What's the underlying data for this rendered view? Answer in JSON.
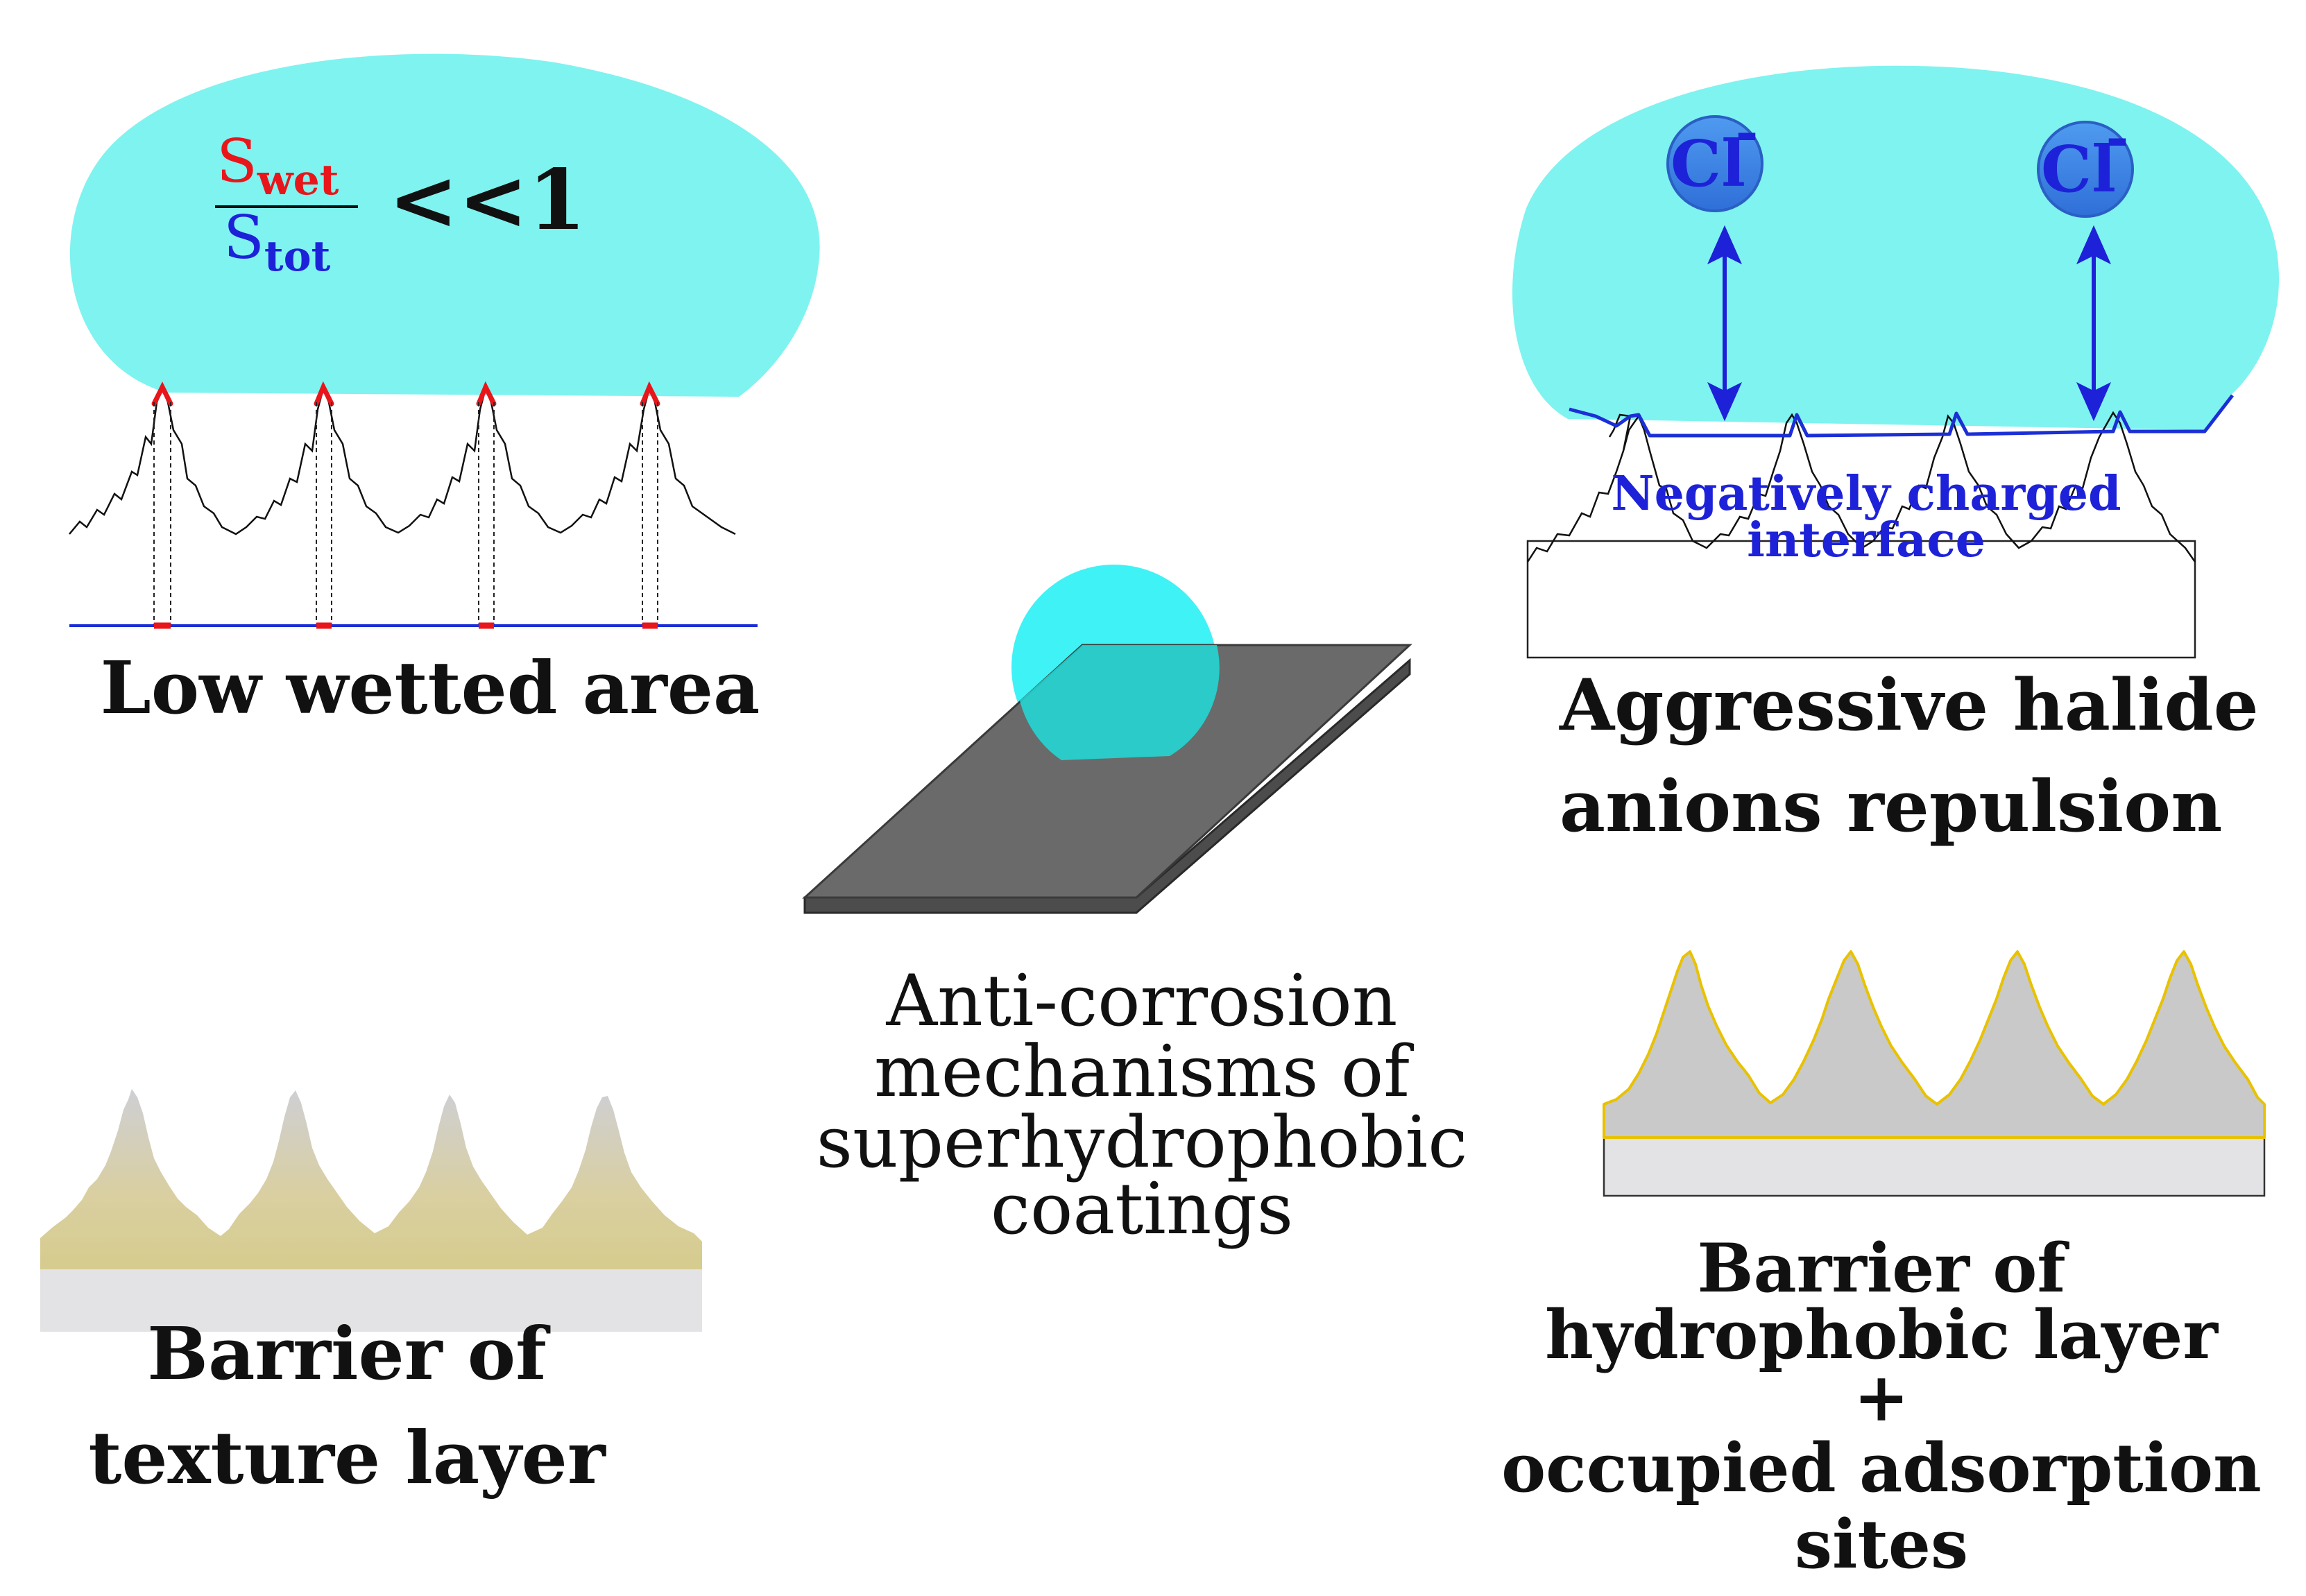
{
  "panels": {
    "low_wetted": {
      "fraction_numerator": "S",
      "fraction_numerator_sub": "wet",
      "fraction_denominator": "S",
      "fraction_denominator_sub": "tot",
      "comparison": "<<1",
      "caption": "Low wetted area"
    },
    "halide": {
      "ion_label": "Cl",
      "ion_charge": "-",
      "interface_line1": "Negatively charged",
      "interface_line2": "interface",
      "caption_line1": "Aggressive halide",
      "caption_line2": "anions repulsion"
    },
    "center": {
      "line1": "Anti-corrosion",
      "line2": "mechanisms of",
      "line3": "superhydrophobic",
      "line4": "coatings"
    },
    "texture": {
      "caption_line1": "Barrier of",
      "caption_line2": "texture layer"
    },
    "hydrophobic": {
      "caption_line1": "Barrier of",
      "caption_line2": "hydrophobic layer",
      "caption_line3": "+",
      "caption_line4": "occupied adsorption",
      "caption_line5": "sites"
    }
  },
  "colors": {
    "water": "#7ff3f0",
    "droplet": "#3ff2f5",
    "wetted_red": "#e8161b",
    "baseline_blue": "#1c2fd6",
    "text_blue": "#1d22d8",
    "ion_fill": "#3c7fe6",
    "plate_top": "#6a6a6a",
    "gold": "#e8c200"
  }
}
